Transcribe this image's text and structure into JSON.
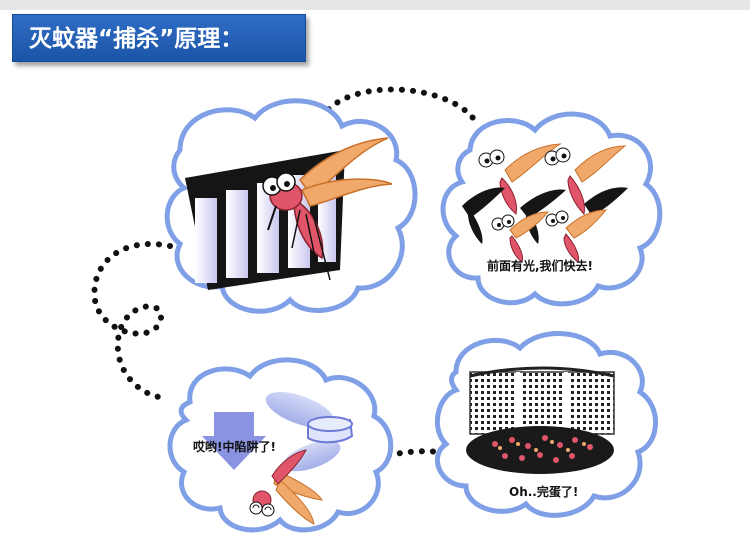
{
  "title": "灭蚊器“捕杀”原理：",
  "captions": {
    "top_right": "前面有光,我们快去!",
    "bottom_left": "哎哟!中陷阱了!",
    "bottom_right": "Oh..完蛋了!"
  },
  "colors": {
    "banner": "#1f5db0",
    "cloud_outline": "#7f9fe6",
    "mosquito_body": "#e0556a",
    "mosquito_wing": "#f0a96a",
    "dots": "#111111"
  }
}
